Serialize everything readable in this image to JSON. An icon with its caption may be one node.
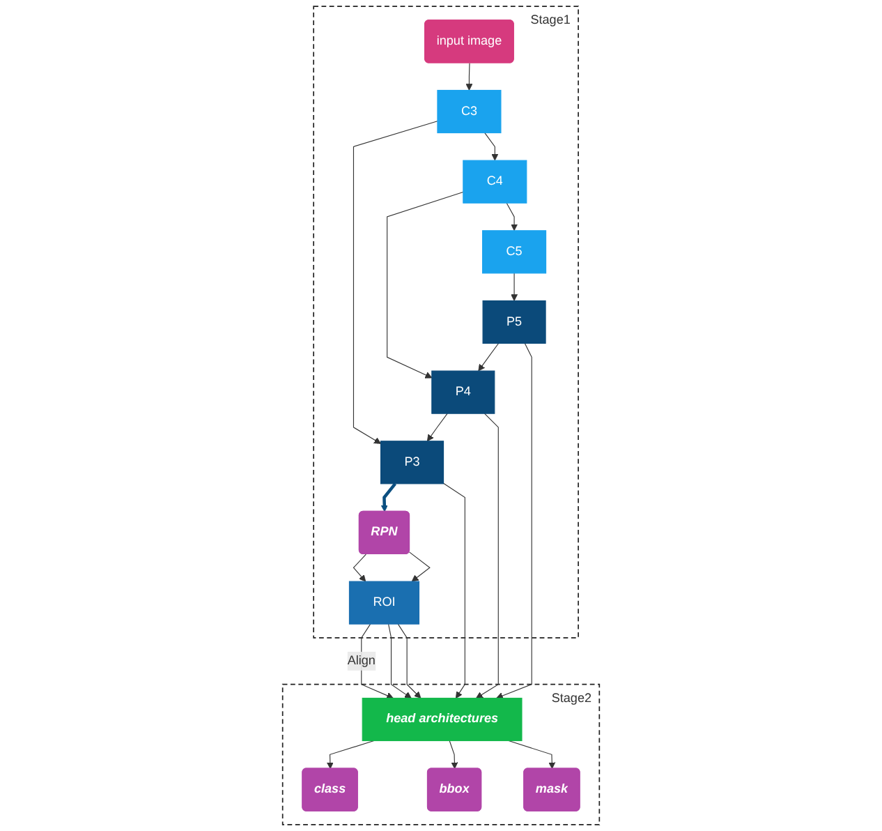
{
  "diagram": {
    "nodes": [
      {
        "text": [
          "Stage1"
        ]
      },
      {
        "text": [
          "input image"
        ],
        "in": 0
      },
      {
        "text": [
          "C3"
        ],
        "in": 0
      },
      {
        "text": [
          "C4"
        ],
        "in": 0
      },
      {
        "text": [
          "C5"
        ],
        "in": 0
      },
      {
        "text": [
          "P3"
        ],
        "in": 0
      },
      {
        "text": [
          "P4"
        ],
        "in": 0
      },
      {
        "text": [
          "P5"
        ],
        "in": 0
      },
      {
        "text": [
          "RPN"
        ],
        "in": 0
      },
      {
        "text": [
          "ROI"
        ],
        "in": 0
      },
      {
        "text": [
          "Stage2"
        ]
      },
      {
        "text": [
          "head architectures"
        ],
        "in": 10
      },
      {
        "text": [
          "class"
        ],
        "in": 10
      },
      {
        "text": [
          "bbox"
        ],
        "in": 10
      },
      {
        "text": [
          "mask"
        ],
        "in": 10
      }
    ],
    "edges": [
      {
        "from": 1,
        "to": 2,
        "arrow": "to"
      },
      {
        "from": 2,
        "to": 3,
        "arrow": "to"
      },
      {
        "from": 3,
        "to": 4,
        "arrow": "to"
      },
      {
        "from": 2,
        "to": 5,
        "arrow": "to"
      },
      {
        "from": 3,
        "to": 6,
        "arrow": "to"
      },
      {
        "from": 4,
        "to": 7,
        "arrow": "to"
      },
      {
        "from": 6,
        "to": 5,
        "arrow": "to"
      },
      {
        "from": 7,
        "to": 6,
        "arrow": "to"
      },
      {
        "from": 5,
        "to": 8,
        "arrow": "to",
        "style": "thick",
        "color": "#0b4f80"
      },
      {
        "from": 8,
        "to": 9,
        "arrow": "to"
      },
      {
        "from": 8,
        "to": 9,
        "arrow": "to"
      },
      {
        "from": 9,
        "to": 11,
        "arrow": "to",
        "label": "Align"
      },
      {
        "from": 9,
        "to": 11,
        "arrow": "to"
      },
      {
        "from": 9,
        "to": 11,
        "arrow": "to"
      },
      {
        "from": 5,
        "to": 11,
        "arrow": "to"
      },
      {
        "from": 6,
        "to": 11,
        "arrow": "to"
      },
      {
        "from": 7,
        "to": 11,
        "arrow": "to"
      },
      {
        "from": 11,
        "to": 12,
        "arrow": "to"
      },
      {
        "from": 11,
        "to": 13,
        "arrow": "to"
      },
      {
        "from": 11,
        "to": 14,
        "arrow": "to"
      }
    ]
  }
}
